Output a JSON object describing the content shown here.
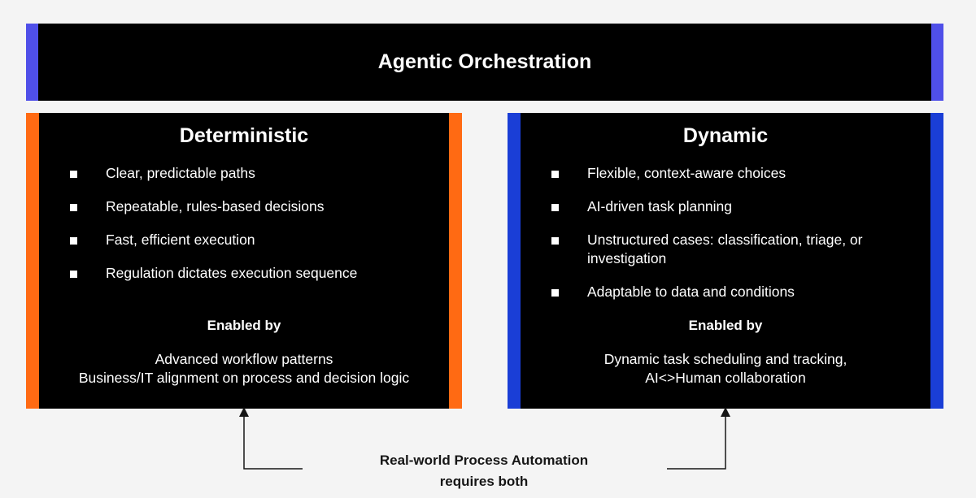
{
  "banner": {
    "title": "Agentic Orchestration"
  },
  "deterministic": {
    "title": "Deterministic",
    "items": [
      "Clear, predictable paths",
      "Repeatable, rules-based decisions",
      "Fast, efficient execution",
      "Regulation dictates execution sequence"
    ],
    "enabled_label": "Enabled by",
    "enabled_lines": [
      "Advanced workflow patterns",
      "Business/IT alignment on process and decision logic"
    ]
  },
  "dynamic": {
    "title": "Dynamic",
    "items": [
      "Flexible, context-aware choices",
      "AI-driven task planning",
      "Unstructured cases: classification, triage, or investigation",
      "Adaptable to data and conditions"
    ],
    "enabled_label": "Enabled by",
    "enabled_lines": [
      "Dynamic task scheduling and tracking,",
      "AI<>Human collaboration"
    ]
  },
  "footer": {
    "line1": "Real-world Process Automation",
    "line2": "requires both"
  },
  "colors": {
    "banner_accent": "#4f4fe8",
    "deterministic_accent": "#ff6a13",
    "dynamic_accent": "#1a3ed6",
    "panel_bg": "#000000",
    "page_bg": "#f4f4f4"
  }
}
